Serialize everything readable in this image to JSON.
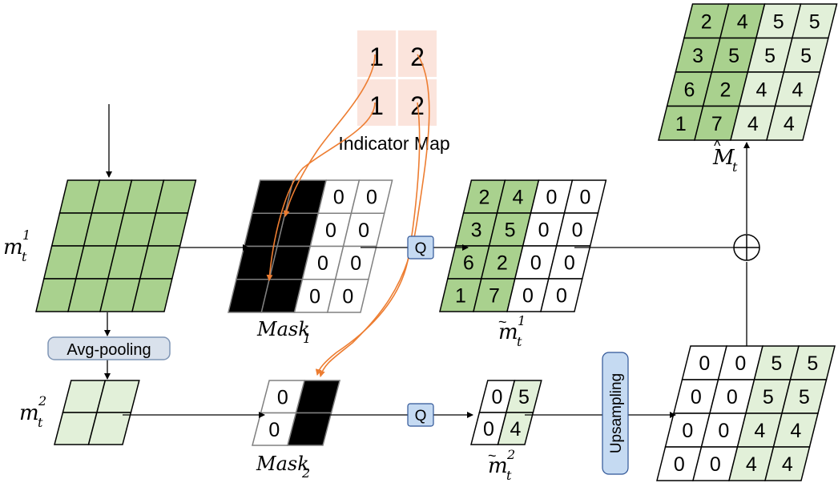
{
  "indicator_map": {
    "title": "Indicator Map",
    "cells": [
      [
        "1",
        "2"
      ],
      [
        "1",
        "2"
      ]
    ],
    "fill": "#fbe4dc"
  },
  "labels": {
    "m1": "m",
    "m1_sub": "t",
    "m1_sup": "1",
    "m2": "m",
    "m2_sub": "t",
    "m2_sup": "2",
    "mask1": "Mask",
    "mask1_sub": "1",
    "mask2": "Mask",
    "mask2_sub": "2",
    "mt1": "m",
    "mt1_sub": "t",
    "mt1_sup": "1",
    "mt2": "m",
    "mt2_sub": "t",
    "mt2_sup": "2",
    "Mhat": "M",
    "Mhat_sub": "t"
  },
  "buttons": {
    "avg_pooling": "Avg-pooling",
    "q_top": "Q",
    "q_bottom": "Q",
    "upsampling": "Upsampling"
  },
  "grids": {
    "mask1": [
      [
        "1",
        "1",
        "0",
        "0"
      ],
      [
        "1",
        "1",
        "0",
        "0"
      ],
      [
        "1",
        "1",
        "0",
        "0"
      ],
      [
        "1",
        "1",
        "0",
        "0"
      ]
    ],
    "mask2": [
      [
        "0",
        "1"
      ],
      [
        "0",
        "1"
      ]
    ],
    "mt1": [
      [
        "2",
        "4",
        "0",
        "0"
      ],
      [
        "3",
        "5",
        "0",
        "0"
      ],
      [
        "6",
        "2",
        "0",
        "0"
      ],
      [
        "1",
        "7",
        "0",
        "0"
      ]
    ],
    "mt2": [
      [
        "0",
        "5"
      ],
      [
        "0",
        "4"
      ]
    ],
    "upsampled": [
      [
        "0",
        "0",
        "5",
        "5"
      ],
      [
        "0",
        "0",
        "5",
        "5"
      ],
      [
        "0",
        "0",
        "4",
        "4"
      ],
      [
        "0",
        "0",
        "4",
        "4"
      ]
    ],
    "mhat": [
      [
        "2",
        "4",
        "5",
        "5"
      ],
      [
        "3",
        "5",
        "5",
        "5"
      ],
      [
        "6",
        "2",
        "4",
        "4"
      ],
      [
        "1",
        "7",
        "4",
        "4"
      ]
    ]
  },
  "colors": {
    "green": "#a9d18e",
    "light_green": "#e2f0d9",
    "black": "#000000",
    "gray_text": "#808080",
    "orange": "#ed7d31",
    "button_blue": "#c5daf2",
    "button_gray": "#d9e1ec"
  }
}
